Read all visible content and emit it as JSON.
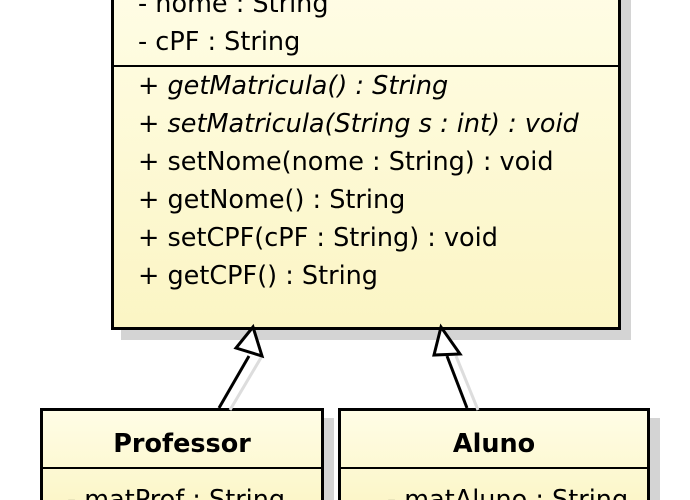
{
  "classes": {
    "pessoa": {
      "attributes": [
        "- nome : String",
        "- cPF : String"
      ],
      "operations": [
        {
          "text": "+ getMatricula() : String",
          "abstract": true
        },
        {
          "text": "+ setMatricula(String s : int) : void",
          "abstract": true
        },
        {
          "text": "+ setNome(nome : String) : void",
          "abstract": false
        },
        {
          "text": "+ getNome() : String",
          "abstract": false
        },
        {
          "text": "+ setCPF(cPF : String) : void",
          "abstract": false
        },
        {
          "text": "+ getCPF() : String",
          "abstract": false
        }
      ]
    },
    "professor": {
      "name": "Professor",
      "attributes": [
        "- matProf : String"
      ]
    },
    "aluno": {
      "name": "Aluno",
      "attributes": [
        "- matAluno : String"
      ]
    }
  },
  "relations": [
    {
      "type": "generalization",
      "from": "Professor",
      "to": "superclass"
    },
    {
      "type": "generalization",
      "from": "Aluno",
      "to": "superclass"
    }
  ],
  "colors": {
    "box_fill_top": "#fffde6",
    "box_fill_bottom": "#fbf5c4",
    "border": "#000000",
    "shadow": "#d4d4d4"
  }
}
